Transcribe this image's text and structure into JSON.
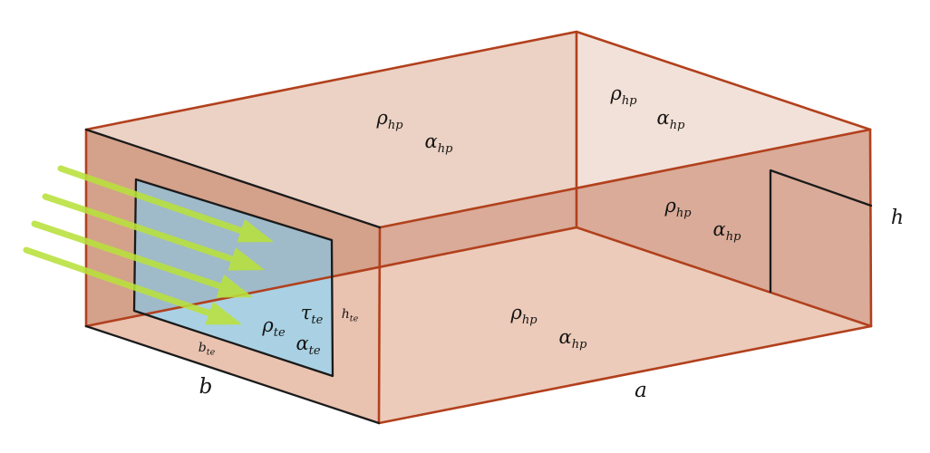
{
  "diagram": {
    "title": "room-radiation-schematic",
    "background": "#ffffff",
    "labels": {
      "rho": "ρ",
      "alpha": "α",
      "tau": "τ",
      "sub_hp": "hp",
      "sub_te": "te",
      "dim_a": "a",
      "dim_b": "b",
      "dim_h": "h"
    },
    "colors": {
      "ceiling_left": "#ebd2c4",
      "ceiling_right": "#f2e1d8",
      "back_wall": "#d9ab98",
      "floor": "#eccbba",
      "front_wall": "#d4a18b",
      "front_wall_lower": "#e9c2b0",
      "window_upper": "#9fbac9",
      "window_lower": "#a9d1e3",
      "edge_rust": "#b2401d",
      "edge_black": "#1a1a1a",
      "arrow_green": "#b9e13c",
      "label_ink": "#161616"
    }
  }
}
